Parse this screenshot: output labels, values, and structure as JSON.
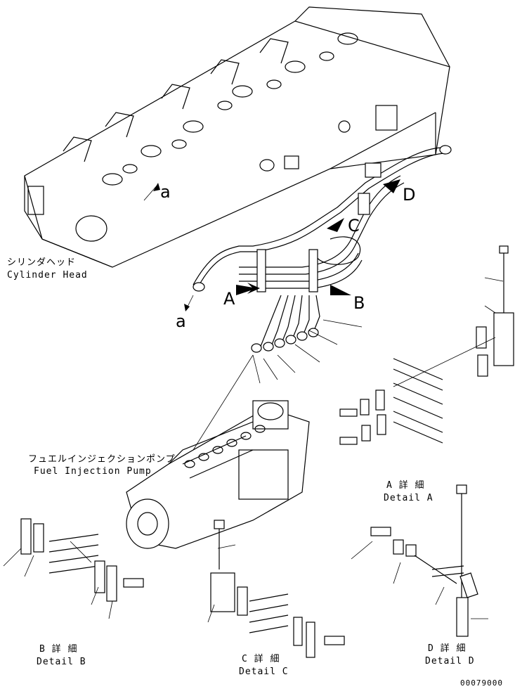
{
  "labels": {
    "cylinder_head_jp": "シリンダヘッド",
    "cylinder_head_en": "Cylinder Head",
    "pump_jp": "フュエルインジェクションポンプ",
    "pump_en": "Fuel Injection Pump",
    "detail_a_jp": "A 詳 細",
    "detail_a_en": "Detail A",
    "detail_b_jp": "B 詳 細",
    "detail_b_en": "Detail B",
    "detail_c_jp": "C 詳 細",
    "detail_c_en": "Detail C",
    "detail_d_jp": "D 詳 細",
    "detail_d_en": "Detail D",
    "drawing_number": "00079000"
  },
  "callouts": {
    "a_upper": "a",
    "a_lower": "a",
    "A": "A",
    "B": "B",
    "C": "C",
    "D": "D"
  }
}
